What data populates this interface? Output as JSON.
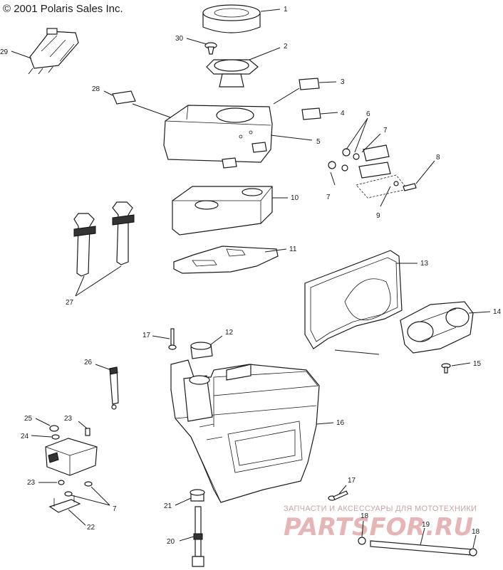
{
  "copyright": "© 2001 Polaris Sales Inc.",
  "callouts": {
    "c1": "1",
    "c2": "2",
    "c3": "3",
    "c4": "4",
    "c5": "5",
    "c6": "6",
    "c7a": "7",
    "c7b": "7",
    "c7c": "7",
    "c8": "8",
    "c9": "9",
    "c10": "10",
    "c11": "11",
    "c12": "12",
    "c13": "13",
    "c14": "14",
    "c15": "15",
    "c16": "16",
    "c17a": "17",
    "c17b": "17",
    "c18a": "18",
    "c18b": "18",
    "c19": "19",
    "c20": "20",
    "c21": "21",
    "c22": "22",
    "c23a": "23",
    "c23b": "23",
    "c24": "24",
    "c25": "25",
    "c26": "26",
    "c27": "27",
    "c28": "28",
    "c29": "29",
    "c30": "30"
  },
  "watermark": {
    "tagline": "ЗАПЧАСТИ И АКСЕССУАРЫ ДЛЯ МОТОТЕХНИКИ",
    "logo": "PARTSFOR.RU"
  }
}
